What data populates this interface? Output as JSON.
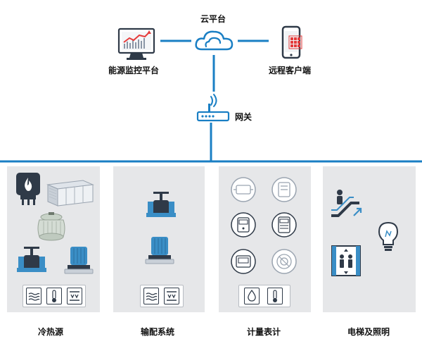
{
  "top": {
    "cloud_label": "云平台",
    "monitor_label": "能源监控平台",
    "mobile_label": "远程客户端",
    "gateway_label": "网关"
  },
  "panels": [
    {
      "label": "冷热源"
    },
    {
      "label": "输配系统"
    },
    {
      "label": "计量表计"
    },
    {
      "label": "电梯及照明"
    }
  ],
  "colors": {
    "accent_blue": "#1a7fc4",
    "panel_bg": "#e6e7e9",
    "icon_dark": "#2f3a48",
    "valve_teal": "#3a8ec6"
  }
}
